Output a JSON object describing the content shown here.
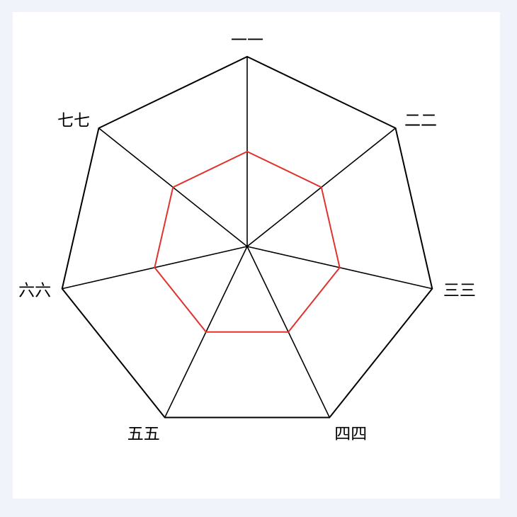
{
  "chart_data": {
    "type": "radar",
    "title": "",
    "axes": [
      "一一",
      "二二",
      "三三",
      "四四",
      "五五",
      "六六",
      "七七"
    ],
    "series": [
      {
        "values": [
          0.5,
          0.5,
          0.5,
          0.5,
          0.5,
          0.5,
          0.5
        ],
        "color": "#e0322c"
      }
    ],
    "range": [
      0,
      1
    ],
    "grid_rings": 1,
    "grid_color": "#000000"
  }
}
